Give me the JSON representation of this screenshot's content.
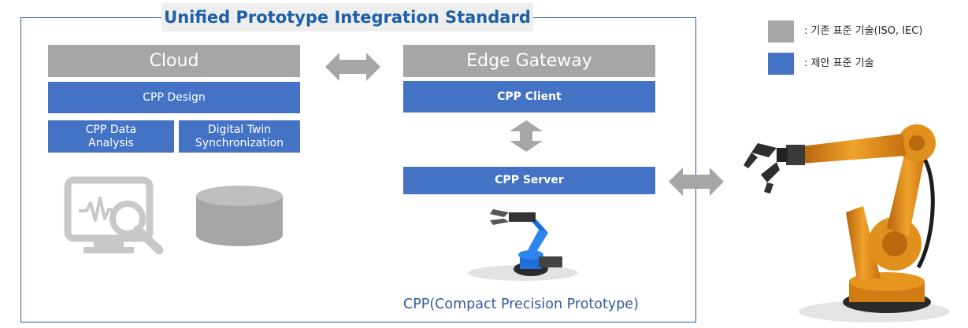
{
  "title": "Unified Prototype Integration Standard",
  "cloud": {
    "header": "Cloud",
    "design": "CPP Design",
    "data_analysis": "CPP Data Analysis",
    "digital_twin": "Digital Twin Synchronization"
  },
  "edge": {
    "header": "Edge Gateway",
    "client": "CPP Client",
    "server": "CPP Server"
  },
  "footer": "CPP(Compact Precision Prototype)",
  "legend": {
    "existing": ": 기존 표준 기술(ISO, IEC)",
    "proposed": ": 제안 표준 기술"
  },
  "colors": {
    "existing": "#a6a6a6",
    "proposed": "#4472c4",
    "frame": "#2b5aa8",
    "title": "#1e5fa5"
  }
}
